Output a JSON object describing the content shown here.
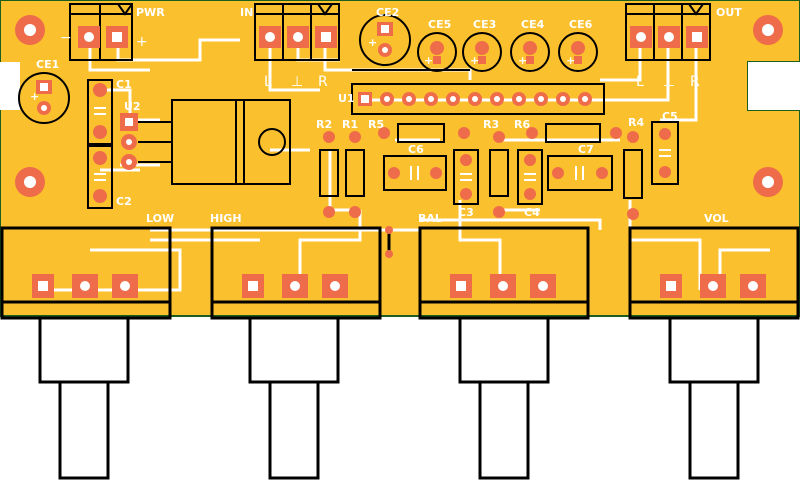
{
  "colors": {
    "board": "#fbc02d",
    "outline": "#1b5e20",
    "pad": "#ef6c4a",
    "silk": "#ffffff",
    "component": "#000000"
  },
  "labels": {
    "pwr": "PWR",
    "pwr_minus": "−",
    "pwr_plus": "+",
    "in": "IN",
    "out": "OUT",
    "in_l": "L",
    "in_g": "⊥",
    "in_r": "R",
    "out_l": "L",
    "out_g": "⊥",
    "out_r": "R",
    "low": "LOW",
    "high": "HIGH",
    "bal": "BAL",
    "vol": "VOL"
  },
  "parts": {
    "ce1": "CE1",
    "ce2": "CE2",
    "ce3": "CE3",
    "ce4": "CE4",
    "ce5": "CE5",
    "ce6": "CE6",
    "c1": "C1",
    "c2": "C2",
    "c3": "C3",
    "c4": "C4",
    "c5": "C5",
    "c6": "C6",
    "c7": "C7",
    "r1": "R1",
    "r2": "R2",
    "r3": "R3",
    "r4": "R4",
    "r5": "R5",
    "r6": "R6",
    "u1": "U1",
    "u2": "U2"
  }
}
